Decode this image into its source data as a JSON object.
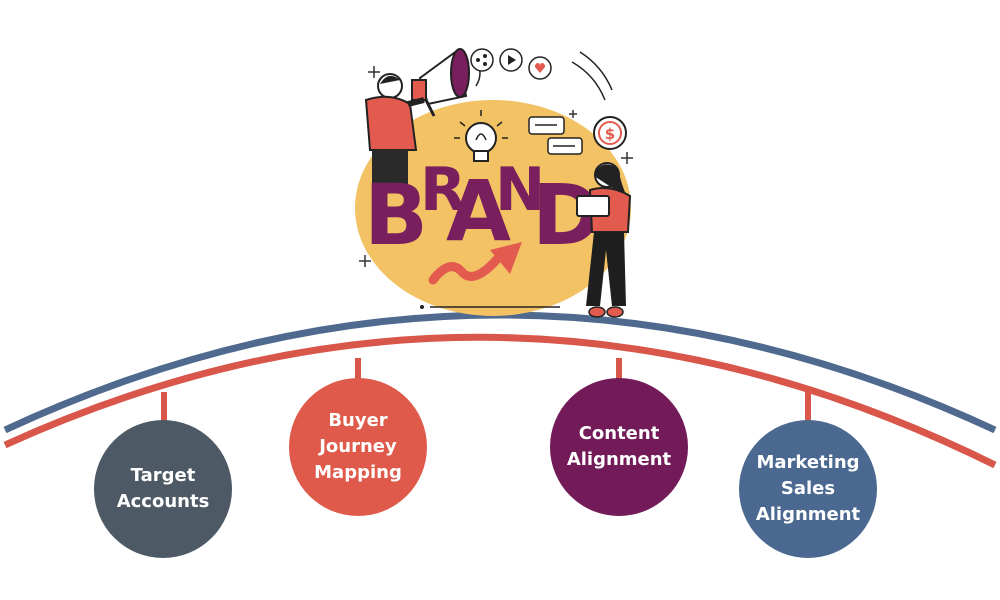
{
  "colors": {
    "blue_arc": "#4f6a8e",
    "red_arc": "#d9564a",
    "sun": "#f2c265",
    "brand_letters": "#7a1f5e",
    "accent_red": "#e35b4f",
    "node_target": "#4d5965",
    "node_buyer": "#df5a4a",
    "node_content": "#721b58",
    "node_marketing": "#4b6990"
  },
  "illustration": {
    "brand_word": [
      "B",
      "R",
      "A",
      "N",
      "D"
    ]
  },
  "nodes": [
    {
      "label": "Target\nAccounts",
      "color_key": "node_target"
    },
    {
      "label": "Buyer\nJourney\nMapping",
      "color_key": "node_buyer"
    },
    {
      "label": "Content\nAlignment",
      "color_key": "node_content"
    },
    {
      "label": "Marketing\nSales\nAlignment",
      "color_key": "node_marketing"
    }
  ]
}
